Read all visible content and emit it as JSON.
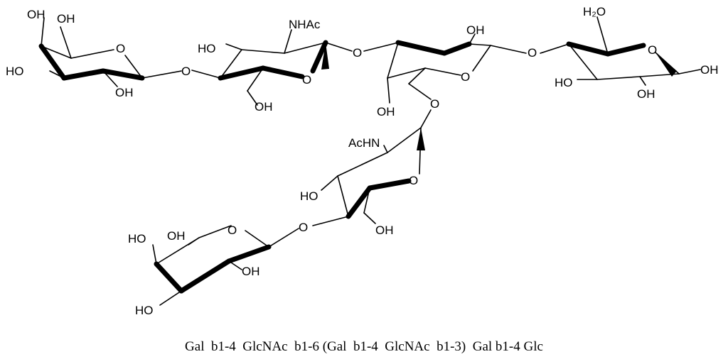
{
  "labels": {
    "gal_top": {
      "oh_a": "OH",
      "oh_b": "OH",
      "ho_c": "HO",
      "oh_d": "OH",
      "o_ring": "O"
    },
    "glycosidic": {
      "o1": "O",
      "o2": "O",
      "o3": "O",
      "o4": "O",
      "o5": "O"
    },
    "glcnac_top": {
      "ho": "HO",
      "nhac": "NHAc",
      "o_ring": "O",
      "oh": "OH"
    },
    "gal_center": {
      "oh_a": "OH",
      "o_ring": "O",
      "oh_b": "OH"
    },
    "glc": {
      "h2o": "H₂O",
      "o_ring": "O",
      "oh_a": "OH",
      "ho": "HO",
      "oh_b": "OH"
    },
    "glcnac_bottom": {
      "achn": "AcHN",
      "o_ring": "O",
      "ho": "HO",
      "oh": "OH"
    },
    "gal_bottom": {
      "ho_a": "HO",
      "oh_a": "OH",
      "o_ring": "O",
      "oh_b": "OH",
      "ho_b": "HO"
    }
  },
  "caption": "Gal  b1-4  GlcNAc  b1-6 (Gal  b1-4  GlcNAc  b1-3)  Gal b1-4 Glc"
}
